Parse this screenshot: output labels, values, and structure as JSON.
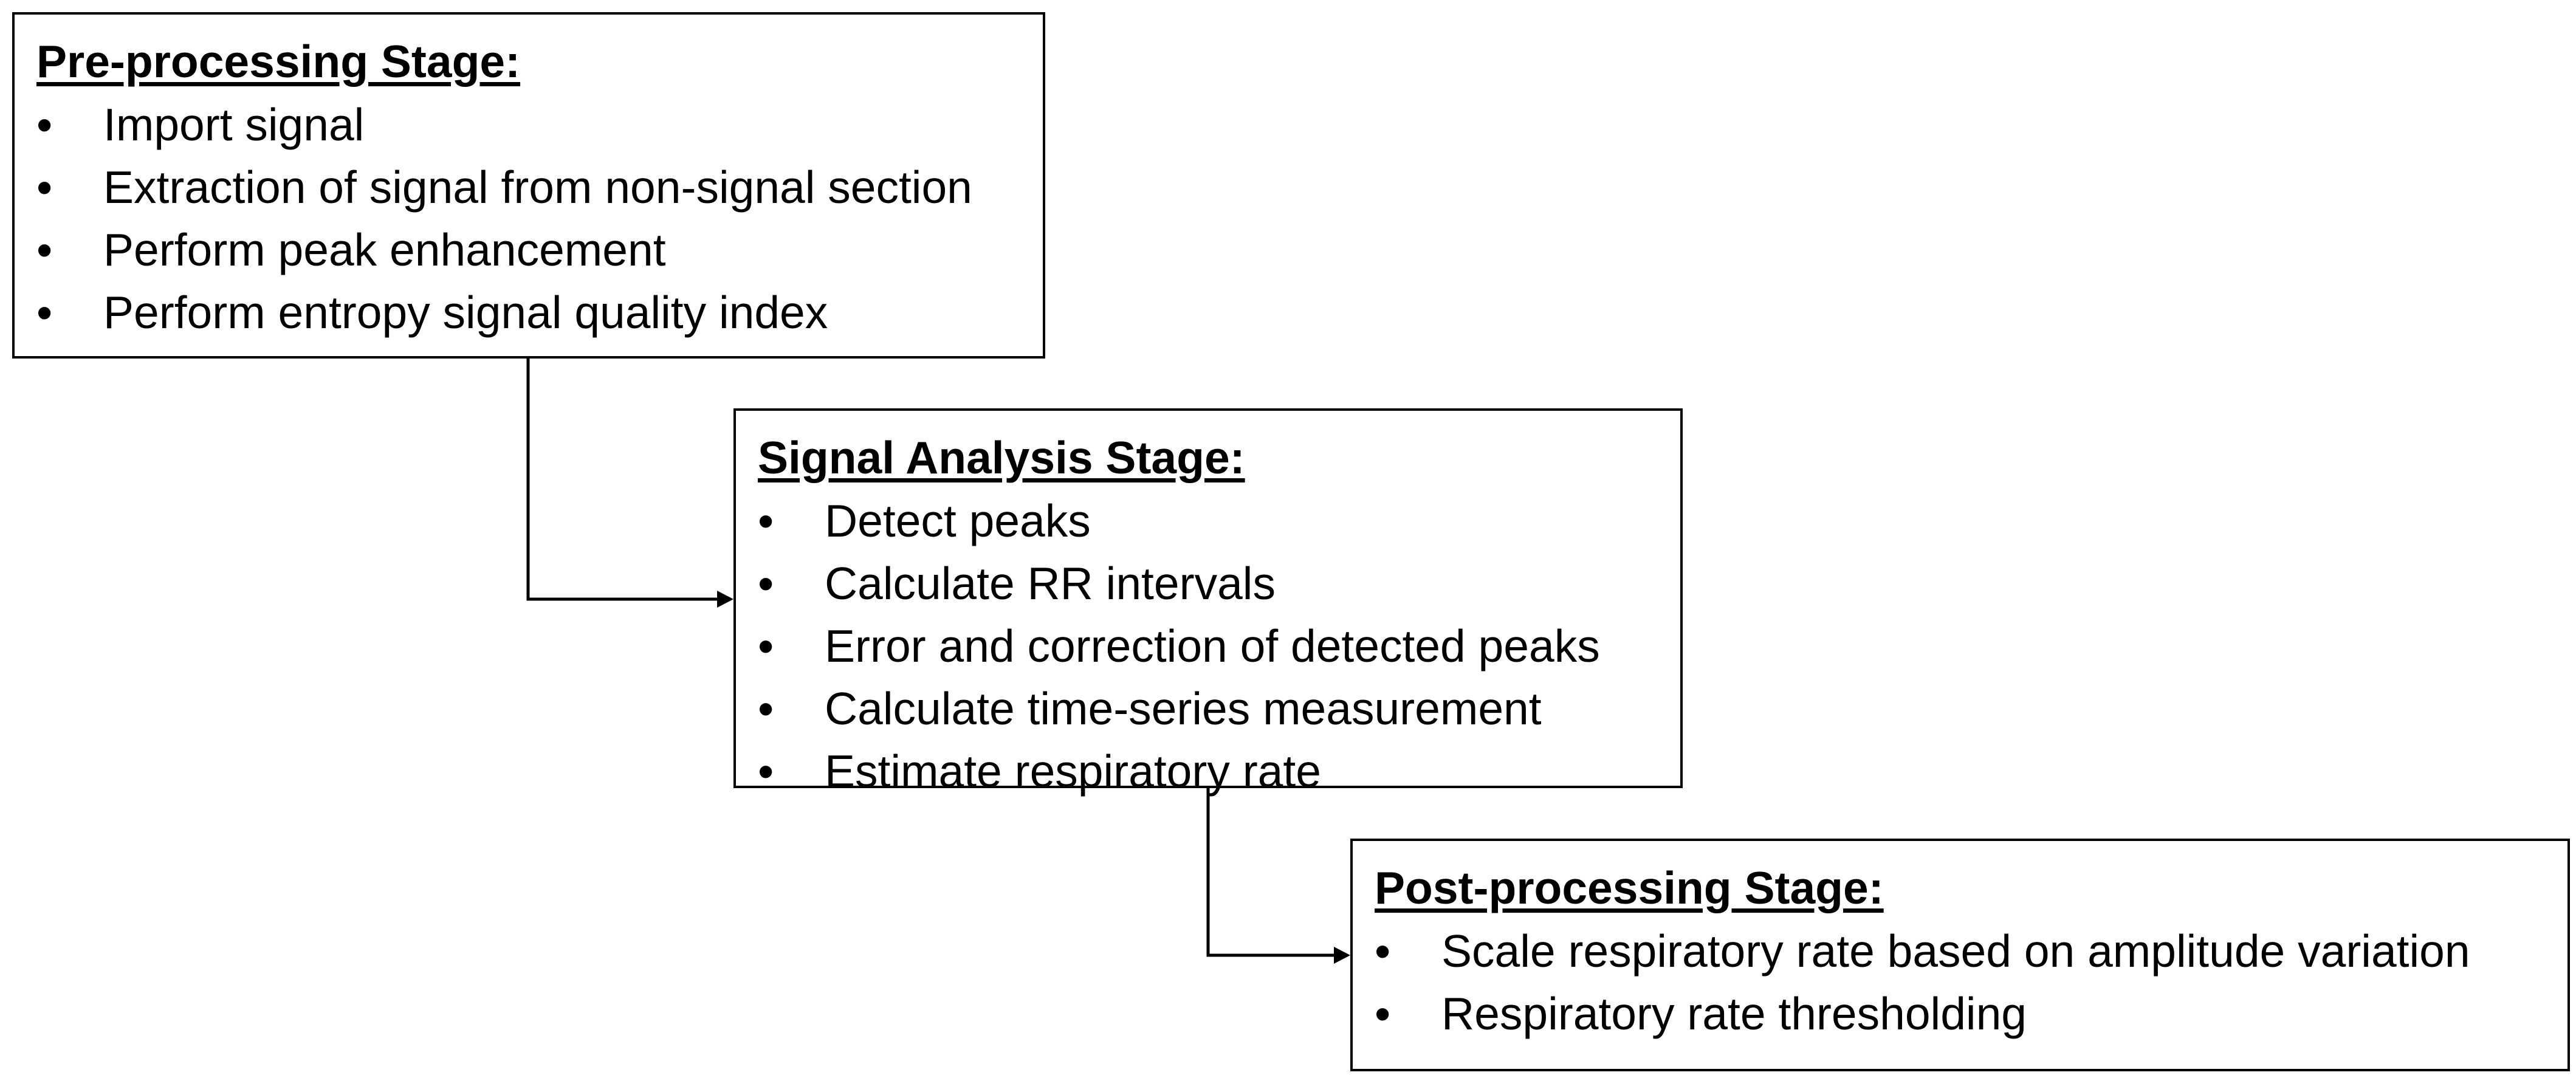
{
  "stages": [
    {
      "title": "Pre-processing Stage:",
      "steps": [
        "Import signal",
        "Extraction of signal from non-signal section",
        "Perform peak enhancement",
        "Perform entropy signal quality index"
      ]
    },
    {
      "title": "Signal Analysis Stage:",
      "steps": [
        "Detect peaks",
        "Calculate RR intervals",
        "Error and correction of detected peaks",
        "Calculate time-series measurement",
        "Estimate respiratory rate"
      ]
    },
    {
      "title": "Post-processing Stage:",
      "steps": [
        "Scale respiratory rate based on amplitude variation",
        "Respiratory rate thresholding"
      ]
    }
  ],
  "bullet_glyph": "•"
}
